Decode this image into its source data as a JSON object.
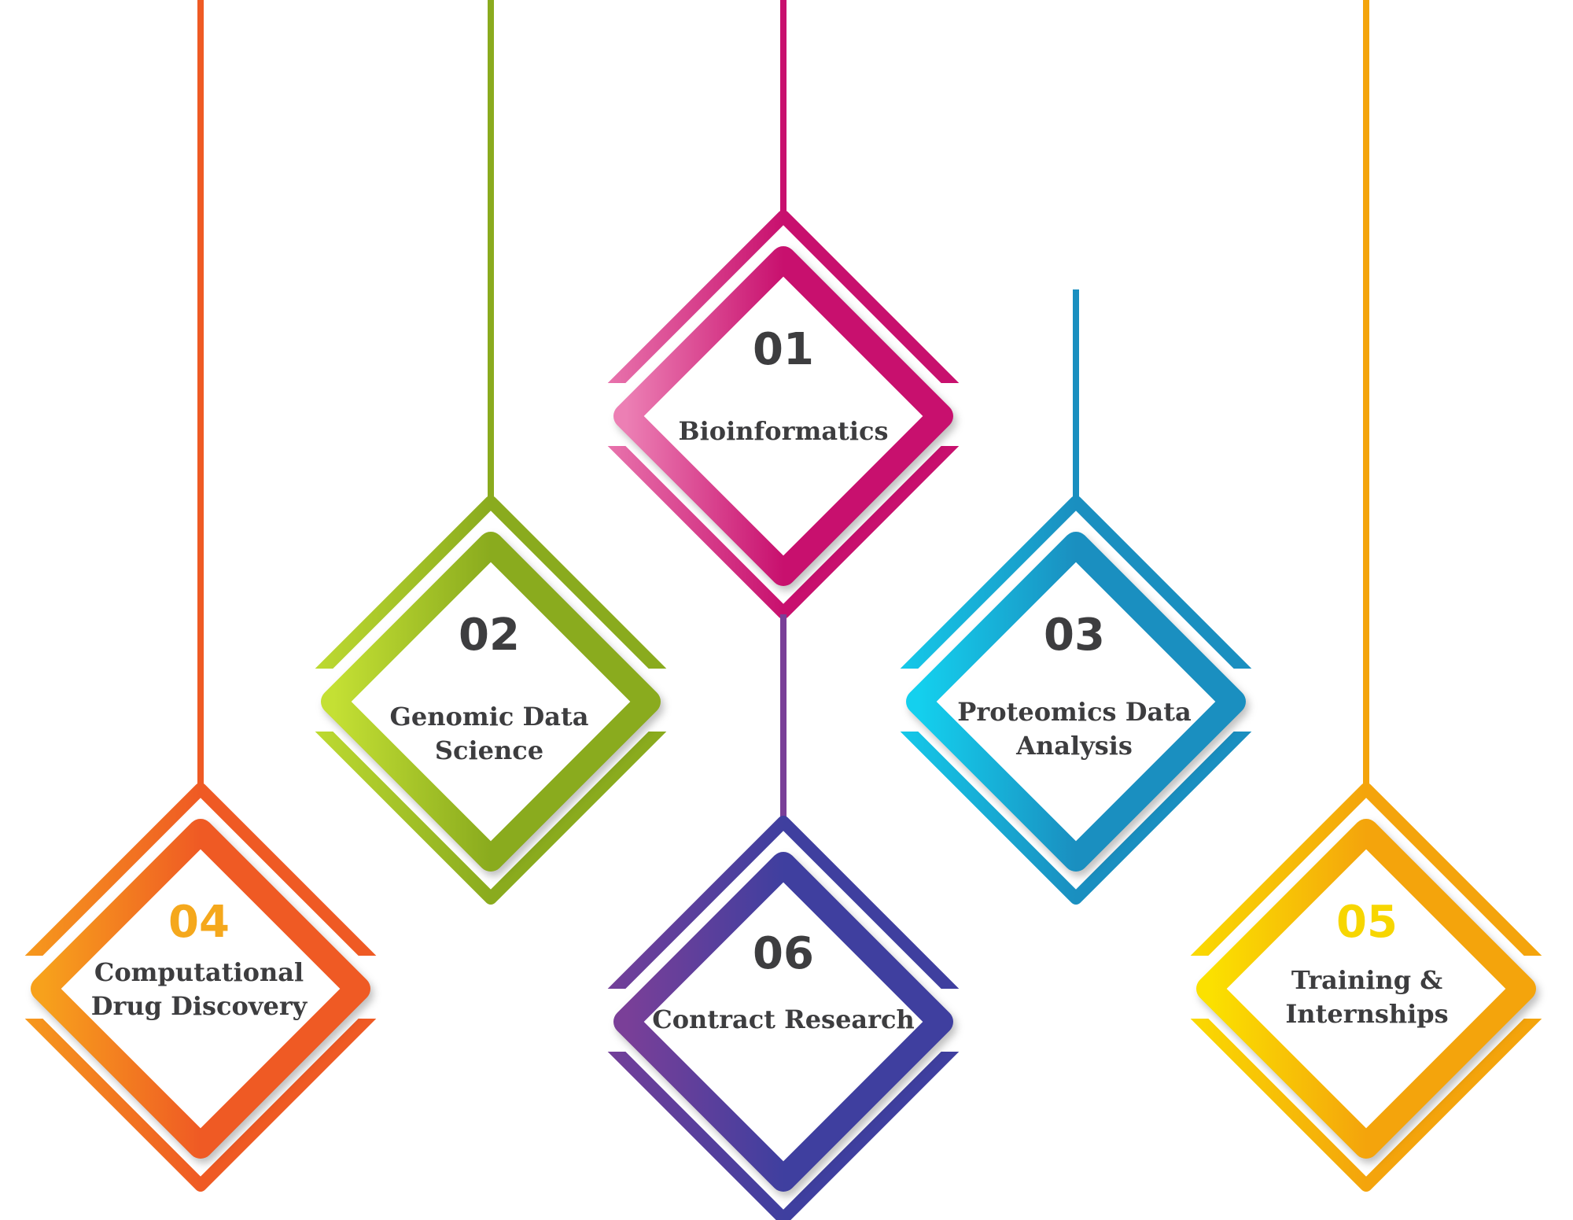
{
  "items": [
    {
      "number": "01",
      "label": "Bioinformatics",
      "color": "#c8106e",
      "light": "#ec7fb4",
      "number_color": "#3d3d3f"
    },
    {
      "number": "02",
      "label": "Genomic Data Science",
      "color": "#8aab1e",
      "light": "#c4e034",
      "number_color": "#3d3d3f"
    },
    {
      "number": "03",
      "label": "Proteomics Data Analysis",
      "color": "#1a8fc0",
      "light": "#14d0ee",
      "number_color": "#3d3d3f"
    },
    {
      "number": "04",
      "label": "Computational Drug Discovery",
      "color": "#ef5a24",
      "light": "#f7a11c",
      "number_color": "#f5a81c"
    },
    {
      "number": "05",
      "label": "Training & Internships",
      "color": "#f4a40c",
      "light": "#fbe100",
      "number_color": "#f7d600"
    },
    {
      "number": "06",
      "label": "Contract Research",
      "color": "#3f3f9f",
      "light": "#7a3f98",
      "number_color": "#3d3d3f"
    }
  ]
}
